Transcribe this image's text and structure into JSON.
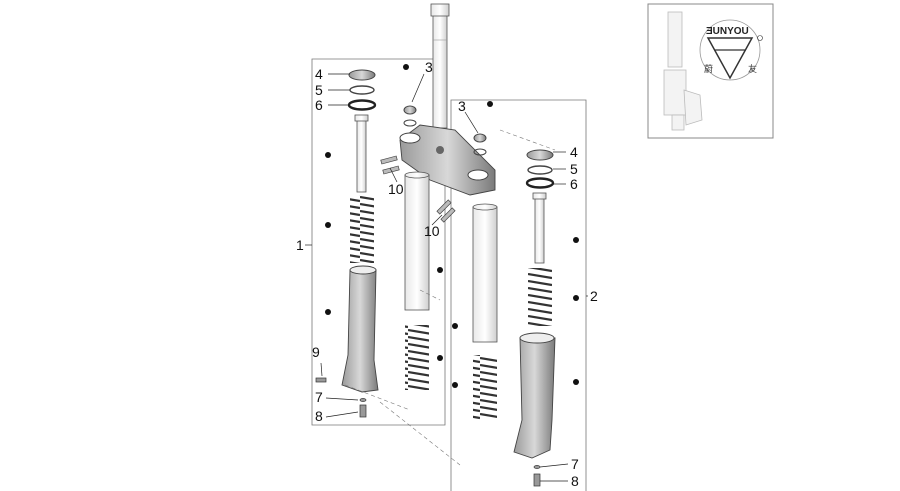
{
  "diagram": {
    "callouts": {
      "c1": "1",
      "c2": "2",
      "c3a": "3",
      "c3b": "3",
      "c4a": "4",
      "c4b": "4",
      "c5a": "5",
      "c5b": "5",
      "c6a": "6",
      "c6b": "6",
      "c7a": "7",
      "c7b": "7",
      "c8a": "8",
      "c8b": "8",
      "c9": "9",
      "c10a": "10",
      "c10b": "10"
    },
    "logo": {
      "brand_text": "ƎUNYOU",
      "cn_left": "蔚",
      "cn_right": "友"
    }
  }
}
